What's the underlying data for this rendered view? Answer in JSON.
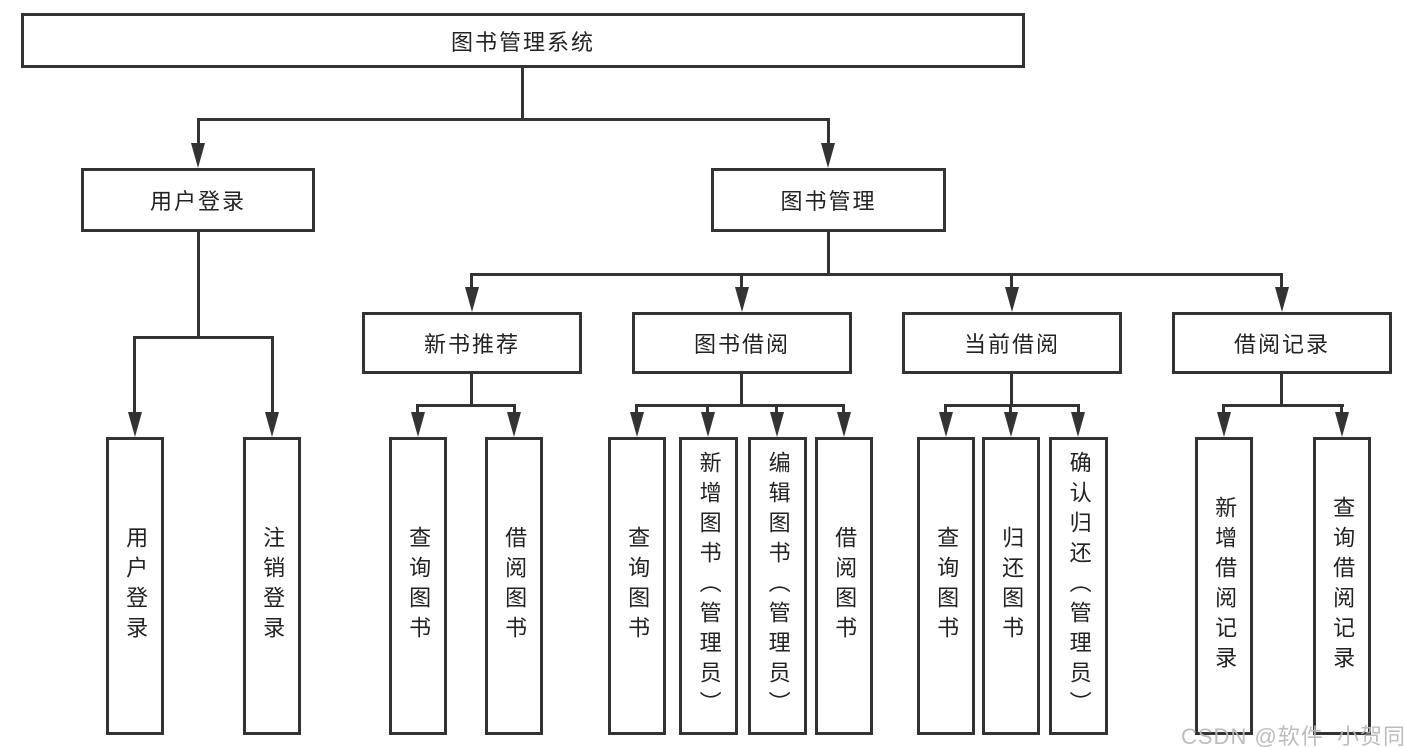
{
  "tree": {
    "label": "图书管理系统",
    "children": [
      {
        "label": "用户登录",
        "children": [
          {
            "label": "用户登录"
          },
          {
            "label": "注销登录"
          }
        ]
      },
      {
        "label": "图书管理",
        "children": [
          {
            "label": "新书推荐",
            "children": [
              {
                "label": "查询图书"
              },
              {
                "label": "借阅图书"
              }
            ]
          },
          {
            "label": "图书借阅",
            "children": [
              {
                "label": "查询图书"
              },
              {
                "label": "新增图书（管理员）"
              },
              {
                "label": "编辑图书（管理员）"
              },
              {
                "label": "借阅图书"
              }
            ]
          },
          {
            "label": "当前借阅",
            "children": [
              {
                "label": "查询图书"
              },
              {
                "label": "归还图书"
              },
              {
                "label": "确认归还（管理员）"
              }
            ]
          },
          {
            "label": "借阅记录",
            "children": [
              {
                "label": "新增借阅记录"
              },
              {
                "label": "查询借阅记录"
              }
            ]
          }
        ]
      }
    ]
  },
  "watermark": {
    "text": "CSDN @软件_小贺同学"
  },
  "colors": {
    "line": "#333333",
    "box_border": "#333333",
    "box_fill": "#ffffff",
    "text": "#222222",
    "watermark": "#b9b9b9",
    "background": "#ffffff"
  }
}
